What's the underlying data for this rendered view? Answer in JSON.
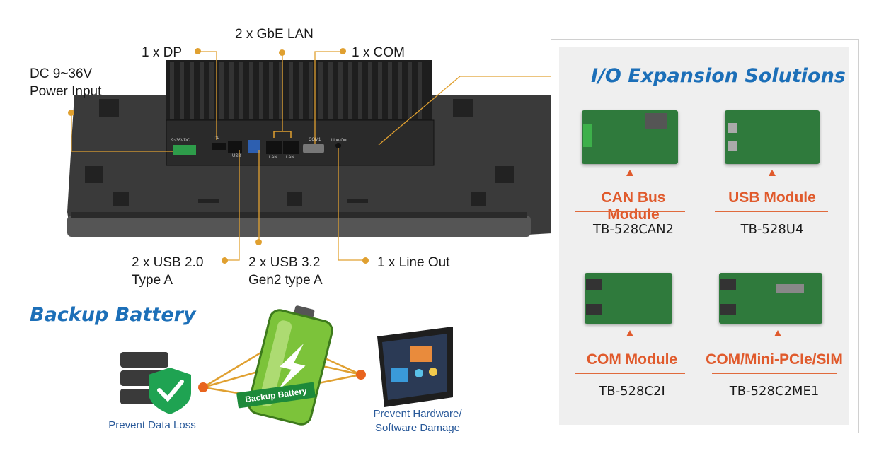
{
  "ports": {
    "dc_input": [
      "DC 9~36V",
      "Power Input"
    ],
    "dp": "1 x DP",
    "lan": "2 x GbE LAN",
    "com": "1 x COM",
    "usb20": [
      "2 x USB 2.0",
      "Type A"
    ],
    "usb32": [
      "2 x USB 3.2",
      "Gen2 type A"
    ],
    "lineout": "1 x Line Out"
  },
  "device_silk": {
    "power": "9~36VDC",
    "dp": "DP",
    "usb": "USB",
    "lan1": "LAN",
    "lan2": "LAN",
    "com": "COM1",
    "lineout": "Line-Out"
  },
  "expansion": {
    "title": "I/O Expansion Solutions",
    "modules": [
      {
        "name": "CAN Bus Module",
        "part": "TB-528CAN2"
      },
      {
        "name": "USB Module",
        "part": "TB-528U4"
      },
      {
        "name": "COM Module",
        "part": "TB-528C2I"
      },
      {
        "name": "COM/Mini-PCIe/SIM",
        "part": "TB-528C2ME1"
      }
    ]
  },
  "battery": {
    "title": "Backup Battery",
    "badge": "Backup Battery",
    "left_caption": "Prevent Data Loss",
    "right_caption": [
      "Prevent Hardware/",
      "Software Damage"
    ]
  },
  "colors": {
    "accent_blue": "#1c6fb8",
    "module_orange": "#e05a2c",
    "leader_gold": "#e0a030",
    "battery_green": "#7cc33a",
    "device_black": "#2b2b2b"
  }
}
